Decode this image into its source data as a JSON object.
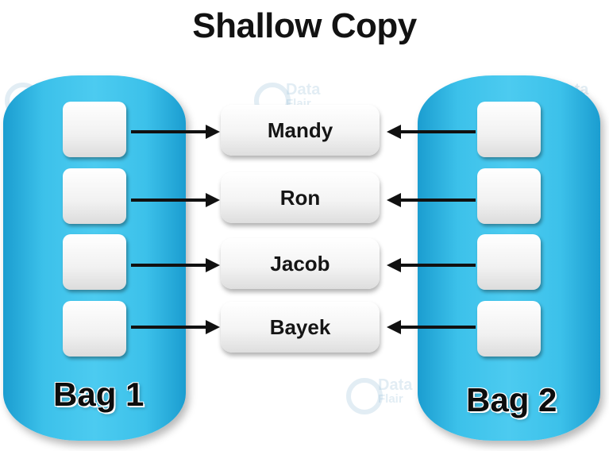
{
  "title": "Shallow Copy",
  "bags": [
    {
      "label": "Bag 1"
    },
    {
      "label": "Bag 2"
    }
  ],
  "objects": [
    {
      "label": "Mandy"
    },
    {
      "label": "Ron"
    },
    {
      "label": "Jacob"
    },
    {
      "label": "Bayek"
    }
  ],
  "watermark": {
    "line1": "Data",
    "line2": "Flair"
  },
  "colors": {
    "bag_fill": "#3cc1ea",
    "bag_edge": "#1b9dd0",
    "arrow": "#111111",
    "text": "#121212"
  }
}
